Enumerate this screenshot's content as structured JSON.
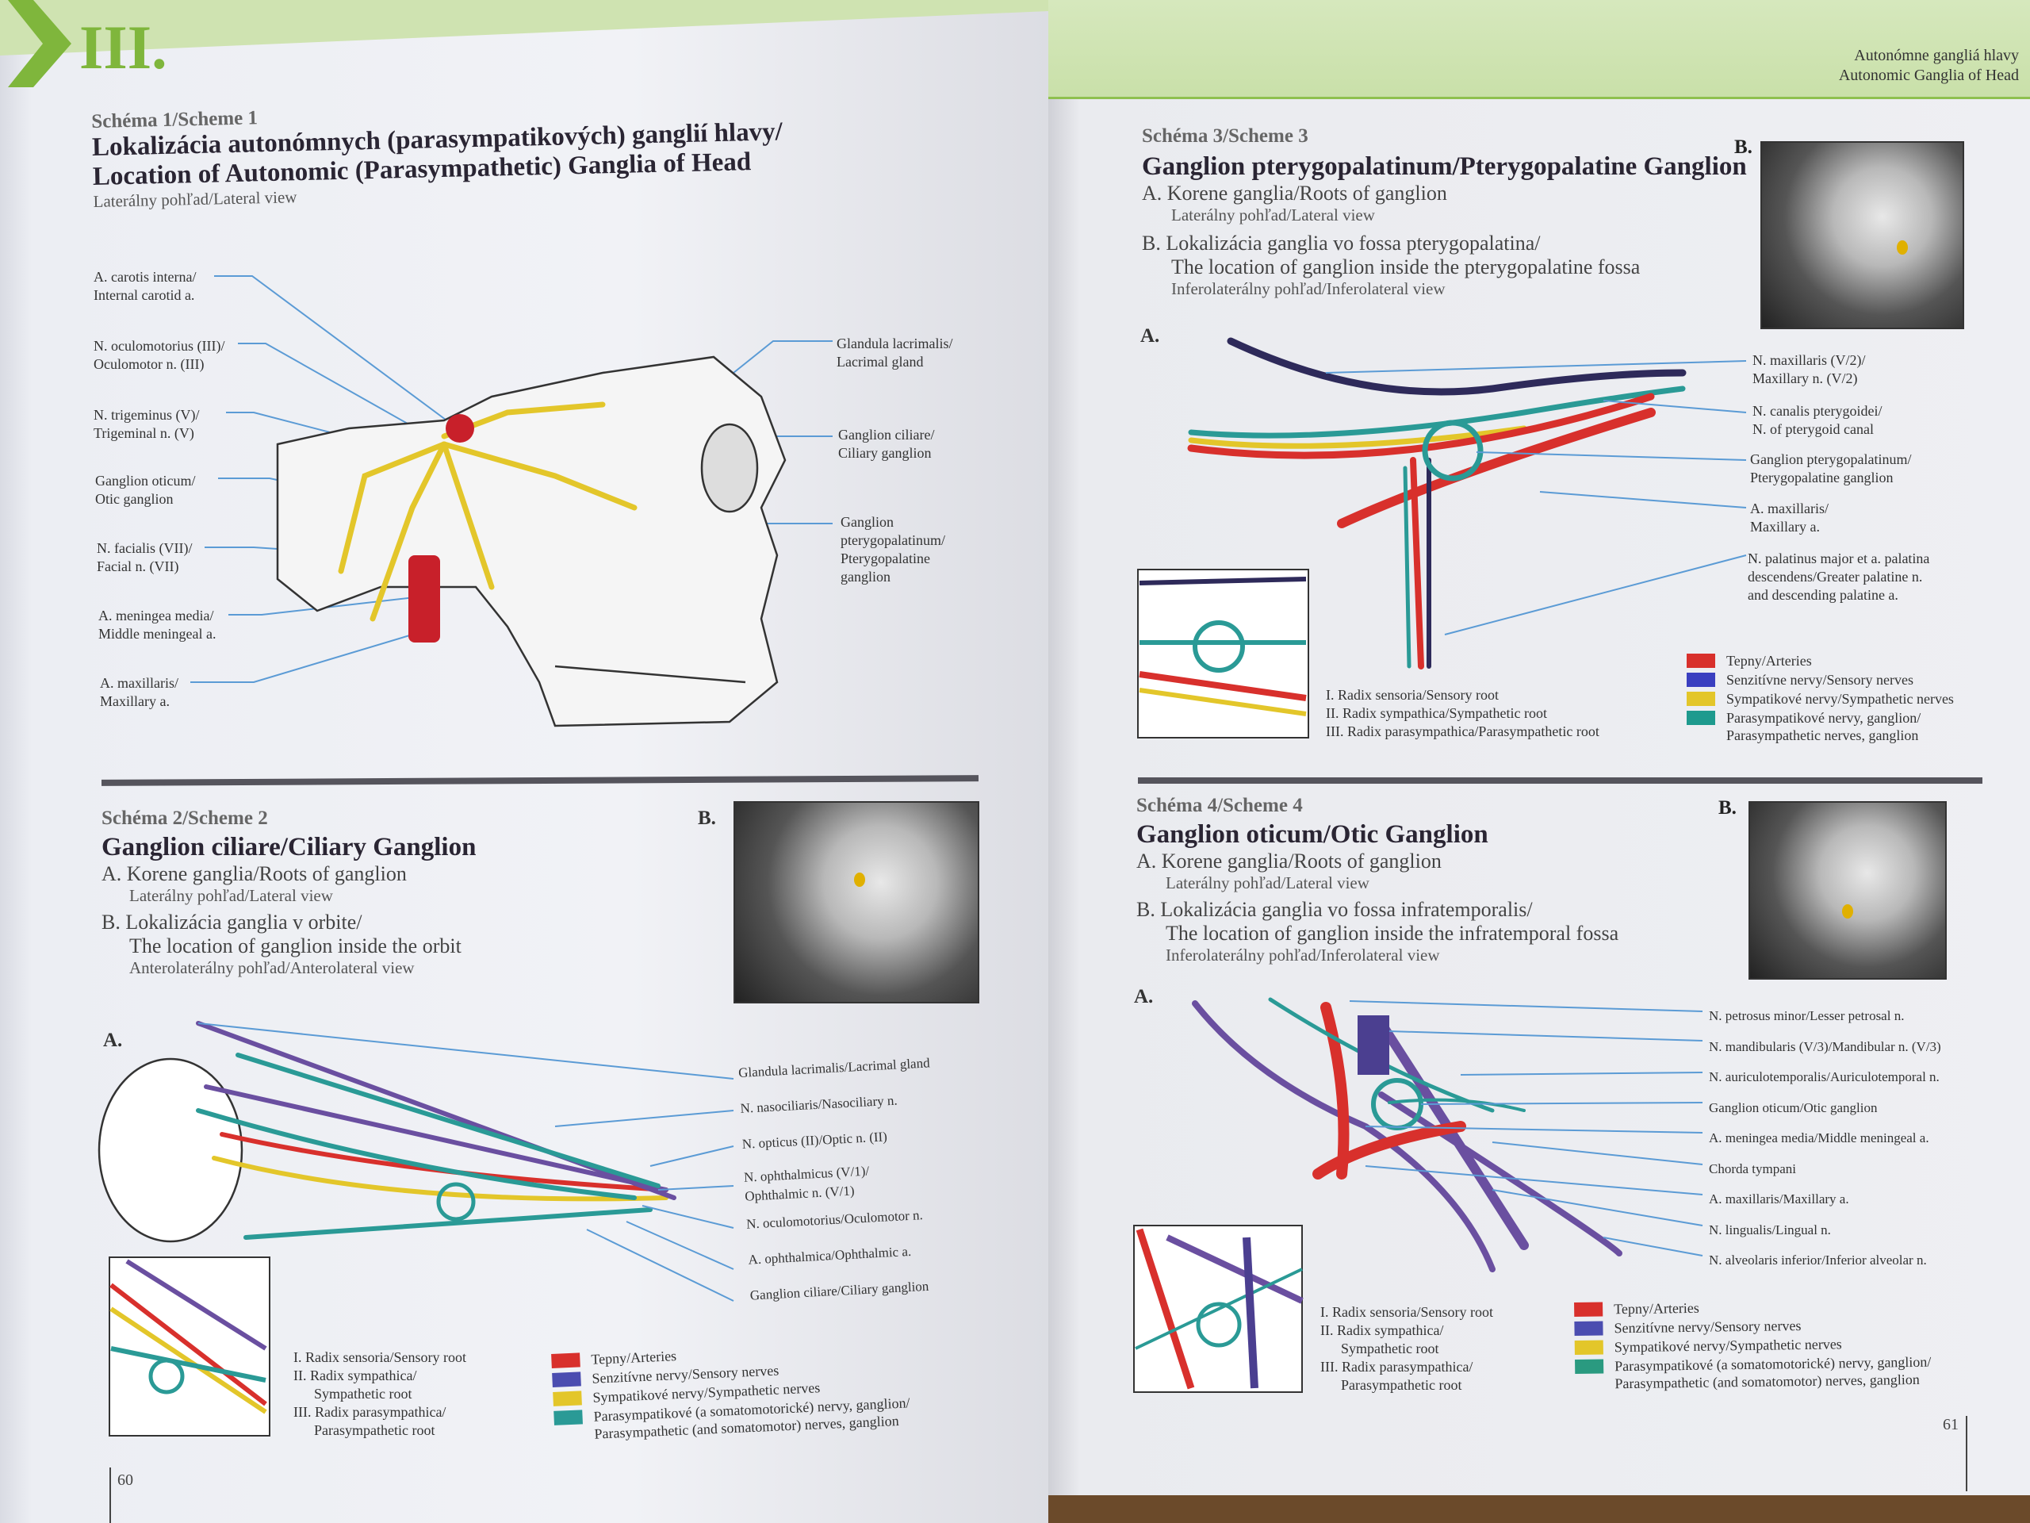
{
  "header": {
    "chapter": "III.",
    "running_title_sk": "Autonómne gangliá hlavy",
    "running_title_en": "Autonomic Ganglia of Head"
  },
  "scheme1": {
    "number": "Schéma 1/Scheme 1",
    "title_line1": "Lokalizácia autonómnych (parasympatikových) ganglií hlavy/",
    "title_line2": "Location of Autonomic (Parasympathetic) Ganglia of Head",
    "view": "Laterálny pohľad/Lateral view",
    "labels_left": [
      [
        "A. carotis interna/",
        "Internal carotid a."
      ],
      [
        "N. oculomotorius (III)/",
        "Oculomotor n. (III)"
      ],
      [
        "N. trigeminus (V)/",
        "Trigeminal n. (V)"
      ],
      [
        "Ganglion oticum/",
        "Otic ganglion"
      ],
      [
        "N. facialis (VII)/",
        "Facial n. (VII)"
      ],
      [
        "A. meningea media/",
        "Middle meningeal a."
      ],
      [
        "A. maxillaris/",
        "Maxillary a."
      ]
    ],
    "labels_right": [
      [
        "Glandula lacrimalis/",
        "Lacrimal gland"
      ],
      [
        "Ganglion ciliare/",
        "Ciliary ganglion"
      ],
      [
        "Ganglion",
        "pterygopalatinum/",
        "Pterygopalatine",
        "ganglion"
      ]
    ]
  },
  "scheme2": {
    "number": "Schéma 2/Scheme 2",
    "title": "Ganglion ciliare/Ciliary Ganglion",
    "a_label": "A. Korene ganglia/Roots of ganglion",
    "a_view": "Laterálny pohľad/Lateral view",
    "b_label1": "B. Lokalizácia ganglia v orbite/",
    "b_label2": "The location of ganglion inside the orbit",
    "b_view": "Anterolaterálny pohľad/Anterolateral view",
    "photo_tag": "B.",
    "diagram_tag": "A.",
    "labels": [
      "Glandula lacrimalis/Lacrimal gland",
      "N. nasociliaris/Nasociliary n.",
      "N. opticus (II)/Optic n. (II)",
      "N. ophthalmicus (V/1)/",
      "Ophthalmic n. (V/1)",
      "N. oculomotorius/Oculomotor n.",
      "A. ophthalmica/Ophthalmic a.",
      "Ganglion ciliare/Ciliary ganglion"
    ],
    "roots": [
      "I.  Radix sensoria/Sensory root",
      "II.  Radix sympathica/",
      "Sympathetic root",
      "III. Radix parasympathica/",
      "Parasympathetic root"
    ],
    "legend": [
      "Tepny/Arteries",
      "Senzitívne nervy/Sensory nerves",
      "Sympatikové nervy/Sympathetic nerves",
      "Parasympatikové (a somatomotorické) nervy, ganglion/",
      "Parasympathetic (and somatomotor) nerves, ganglion"
    ]
  },
  "scheme3": {
    "number": "Schéma 3/Scheme 3",
    "title": "Ganglion pterygopalatinum/Pterygopalatine Ganglion",
    "a_label": "A. Korene ganglia/Roots of ganglion",
    "a_view": "Laterálny pohľad/Lateral view",
    "b_label1": "B. Lokalizácia ganglia vo fossa pterygopalatina/",
    "b_label2": "The location of ganglion inside the pterygopalatine fossa",
    "b_view": "Inferolaterálny pohľad/Inferolateral view",
    "photo_tag": "B.",
    "diagram_tag": "A.",
    "labels": [
      [
        "N. maxillaris (V/2)/",
        "Maxillary n. (V/2)"
      ],
      [
        "N. canalis pterygoidei/",
        "N. of pterygoid canal"
      ],
      [
        "Ganglion pterygopalatinum/",
        "Pterygopalatine ganglion"
      ],
      [
        "A. maxillaris/",
        "Maxillary a."
      ],
      [
        "N. palatinus major et a. palatina",
        "descendens/Greater palatine n.",
        "and descending palatine a."
      ]
    ],
    "roots": [
      "I.   Radix sensoria/Sensory root",
      "II.  Radix sympathica/Sympathetic root",
      "III. Radix parasympathica/Parasympathetic root"
    ],
    "legend": [
      "Tepny/Arteries",
      "Senzitívne nervy/Sensory nerves",
      "Sympatikové nervy/Sympathetic nerves",
      "Parasympatikové nervy, ganglion/",
      "Parasympathetic nerves, ganglion"
    ]
  },
  "scheme4": {
    "number": "Schéma 4/Scheme 4",
    "title": "Ganglion oticum/Otic Ganglion",
    "a_label": "A. Korene ganglia/Roots of ganglion",
    "a_view": "Laterálny pohľad/Lateral view",
    "b_label1": "B. Lokalizácia ganglia vo fossa infratemporalis/",
    "b_label2": "The location of ganglion inside the infratemporal fossa",
    "b_view": "Inferolaterálny pohľad/Inferolateral view",
    "photo_tag": "B.",
    "diagram_tag": "A.",
    "labels": [
      "N. petrosus minor/Lesser petrosal n.",
      "N. mandibularis (V/3)/Mandibular n. (V/3)",
      "N. auriculotemporalis/Auriculotemporal n.",
      "Ganglion oticum/Otic ganglion",
      "A. meningea media/Middle meningeal a.",
      "Chorda tympani",
      "A. maxillaris/Maxillary a.",
      "N. lingualis/Lingual n.",
      "N. alveolaris inferior/Inferior alveolar n."
    ],
    "roots": [
      "I.  Radix sensoria/Sensory root",
      "II.  Radix sympathica/",
      "Sympathetic root",
      "III. Radix parasympathica/",
      "Parasympathetic root"
    ],
    "legend": [
      "Tepny/Arteries",
      "Senzitívne nervy/Sensory nerves",
      "Sympatikové nervy/Sympathetic nerves",
      "Parasympatikové (a somatomotorické) nervy, ganglion/",
      "Parasympathetic (and somatomotor) nerves, ganglion"
    ]
  },
  "legend_colors": {
    "arteries": "#d8302c",
    "sensory": "#4b4db0",
    "sympathetic": "#e3c62a",
    "parasympathetic": "#2a9a96"
  },
  "page_numbers": {
    "left": "60",
    "right": "61"
  }
}
